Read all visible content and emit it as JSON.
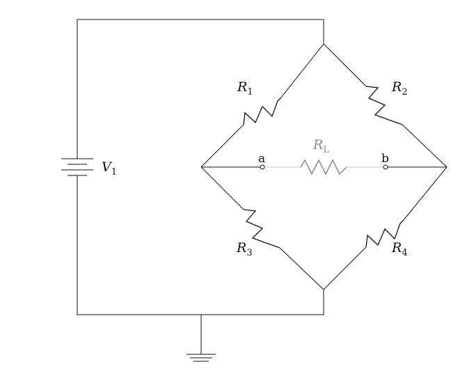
{
  "components": {
    "source": {
      "symbol": "V",
      "subscript": "1"
    },
    "r1": {
      "symbol": "R",
      "subscript": "1"
    },
    "r2": {
      "symbol": "R",
      "subscript": "2"
    },
    "r3": {
      "symbol": "R",
      "subscript": "3"
    },
    "r4": {
      "symbol": "R",
      "subscript": "4"
    },
    "load": {
      "symbol": "R",
      "subscript": "L"
    }
  },
  "nodes": {
    "a": "a",
    "b": "b"
  },
  "colors": {
    "wire": "#111111",
    "load": "#8a8a8a",
    "load_wire": "#c8c8c8"
  }
}
